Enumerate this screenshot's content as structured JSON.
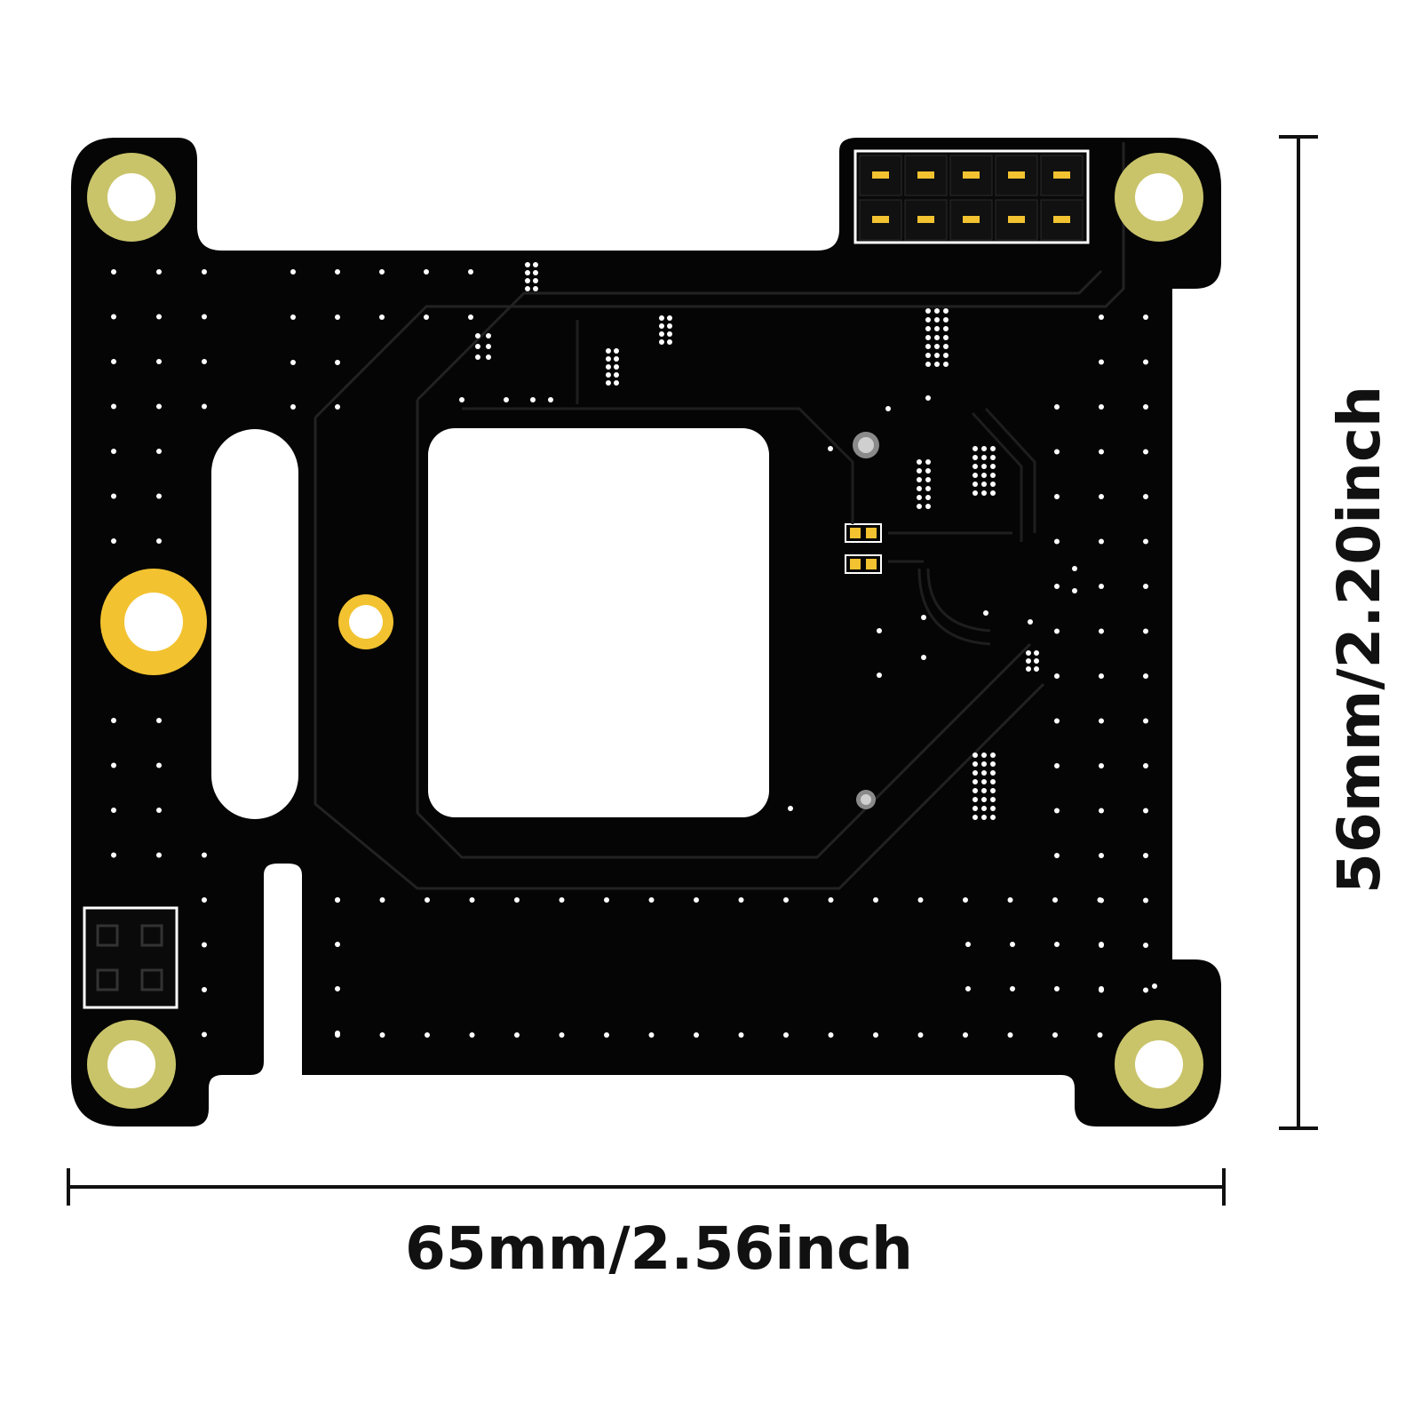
{
  "diagram": {
    "width_label": "65mm/2.56inch",
    "height_label": "56mm/2.20inch",
    "board_color": "#050505",
    "pad_color": "#f2c230",
    "hole_ring_color": "#c9c46a",
    "pin_color": "#f2c230",
    "header_pins": 10,
    "rows": 2
  }
}
